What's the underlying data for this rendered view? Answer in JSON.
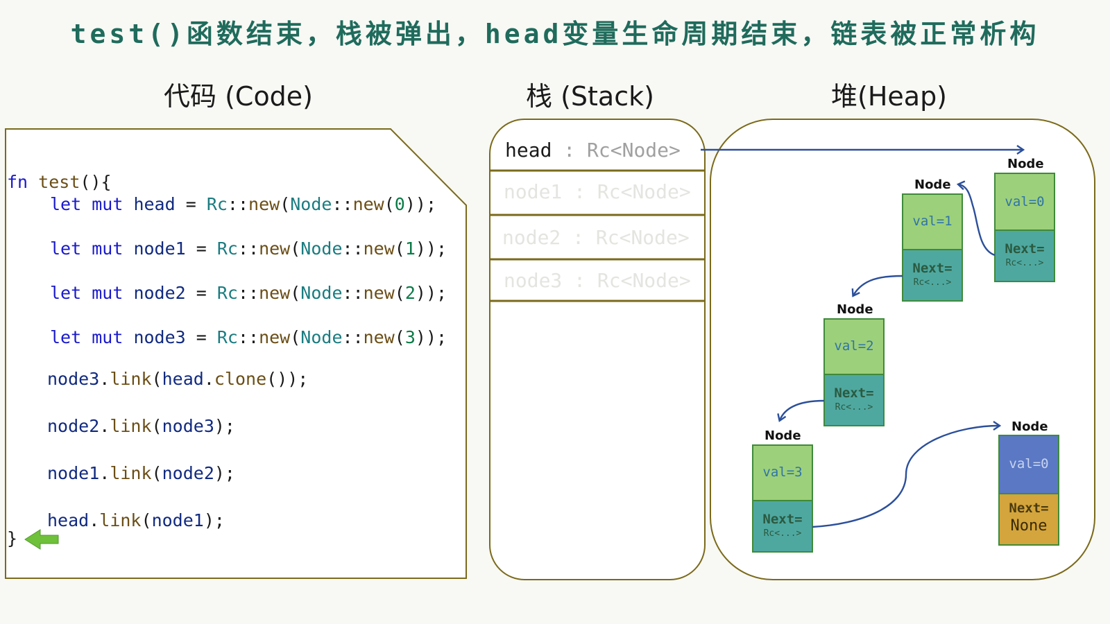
{
  "title": "test()函数结束，栈被弹出，head变量生命周期结束，链表被正常析构",
  "sections": {
    "code": "代码 (Code)",
    "stack": "栈 (Stack)",
    "heap": "堆(Heap)"
  },
  "code": {
    "l0": {
      "kw": "fn",
      "name": "test",
      "rest": "(){"
    },
    "l1": {
      "let": "let",
      "mut": "mut",
      "var": "head",
      "eq": " = ",
      "rc": "Rc",
      "sep1": "::",
      "new1": "new",
      "p1": "(",
      "node": "Node",
      "sep2": "::",
      "new2": "new",
      "p2": "(",
      "num": "0",
      "end": "));"
    },
    "l2": {
      "let": "let",
      "mut": "mut",
      "var": "node1",
      "eq": " = ",
      "rc": "Rc",
      "sep1": "::",
      "new1": "new",
      "p1": "(",
      "node": "Node",
      "sep2": "::",
      "new2": "new",
      "p2": "(",
      "num": "1",
      "end": "));"
    },
    "l3": {
      "let": "let",
      "mut": "mut",
      "var": "node2",
      "eq": " = ",
      "rc": "Rc",
      "sep1": "::",
      "new1": "new",
      "p1": "(",
      "node": "Node",
      "sep2": "::",
      "new2": "new",
      "p2": "(",
      "num": "2",
      "end": "));"
    },
    "l4": {
      "let": "let",
      "mut": "mut",
      "var": "node3",
      "eq": " = ",
      "rc": "Rc",
      "sep1": "::",
      "new1": "new",
      "p1": "(",
      "node": "Node",
      "sep2": "::",
      "new2": "new",
      "p2": "(",
      "num": "3",
      "end": "));"
    },
    "l5": {
      "obj": "node3",
      "dot": ".",
      "m": "link",
      "o": "(",
      "arg": "head",
      "dot2": ".",
      "m2": "clone",
      "end": "());"
    },
    "l6": {
      "obj": "node2",
      "dot": ".",
      "m": "link",
      "o": "(",
      "arg": "node3",
      "end": ");"
    },
    "l7": {
      "obj": "node1",
      "dot": ".",
      "m": "link",
      "o": "(",
      "arg": "node2",
      "end": ");"
    },
    "l8": {
      "obj": "head",
      "dot": ".",
      "m": "link",
      "o": "(",
      "arg": "node1",
      "end": ");"
    },
    "l9": "}"
  },
  "stack": {
    "slots": [
      {
        "name": "head",
        "sep": " : ",
        "type": "Rc<Node>",
        "state": "active"
      },
      {
        "name": "node1",
        "sep": " : ",
        "type": "Rc<Node>",
        "state": "popped"
      },
      {
        "name": "node2",
        "sep": " : ",
        "type": "Rc<Node>",
        "state": "popped"
      },
      {
        "name": "node3",
        "sep": " : ",
        "type": "Rc<Node>",
        "state": "popped"
      }
    ]
  },
  "heap": {
    "nodes": [
      {
        "label": "Node",
        "val": "val=0",
        "next": "Next=",
        "next_sub": "Rc<...>"
      },
      {
        "label": "Node",
        "val": "val=1",
        "next": "Next=",
        "next_sub": "Rc<...>"
      },
      {
        "label": "Node",
        "val": "val=2",
        "next": "Next=",
        "next_sub": "Rc<...>"
      },
      {
        "label": "Node",
        "val": "val=3",
        "next": "Next=",
        "next_sub": "Rc<...>"
      },
      {
        "label": "Node",
        "val": "val=0",
        "next": "Next=",
        "next_sub": "None"
      }
    ]
  },
  "colors": {
    "title": "#1f6b5c",
    "frame": "#7a6a1a",
    "arrow": "#2b4f9a",
    "box_green": "#9dd07a",
    "box_teal": "#4fa8a0",
    "box_blue": "#5a78c4",
    "box_gold": "#d4a53c",
    "pointer_arrow": "#6fc03a"
  }
}
